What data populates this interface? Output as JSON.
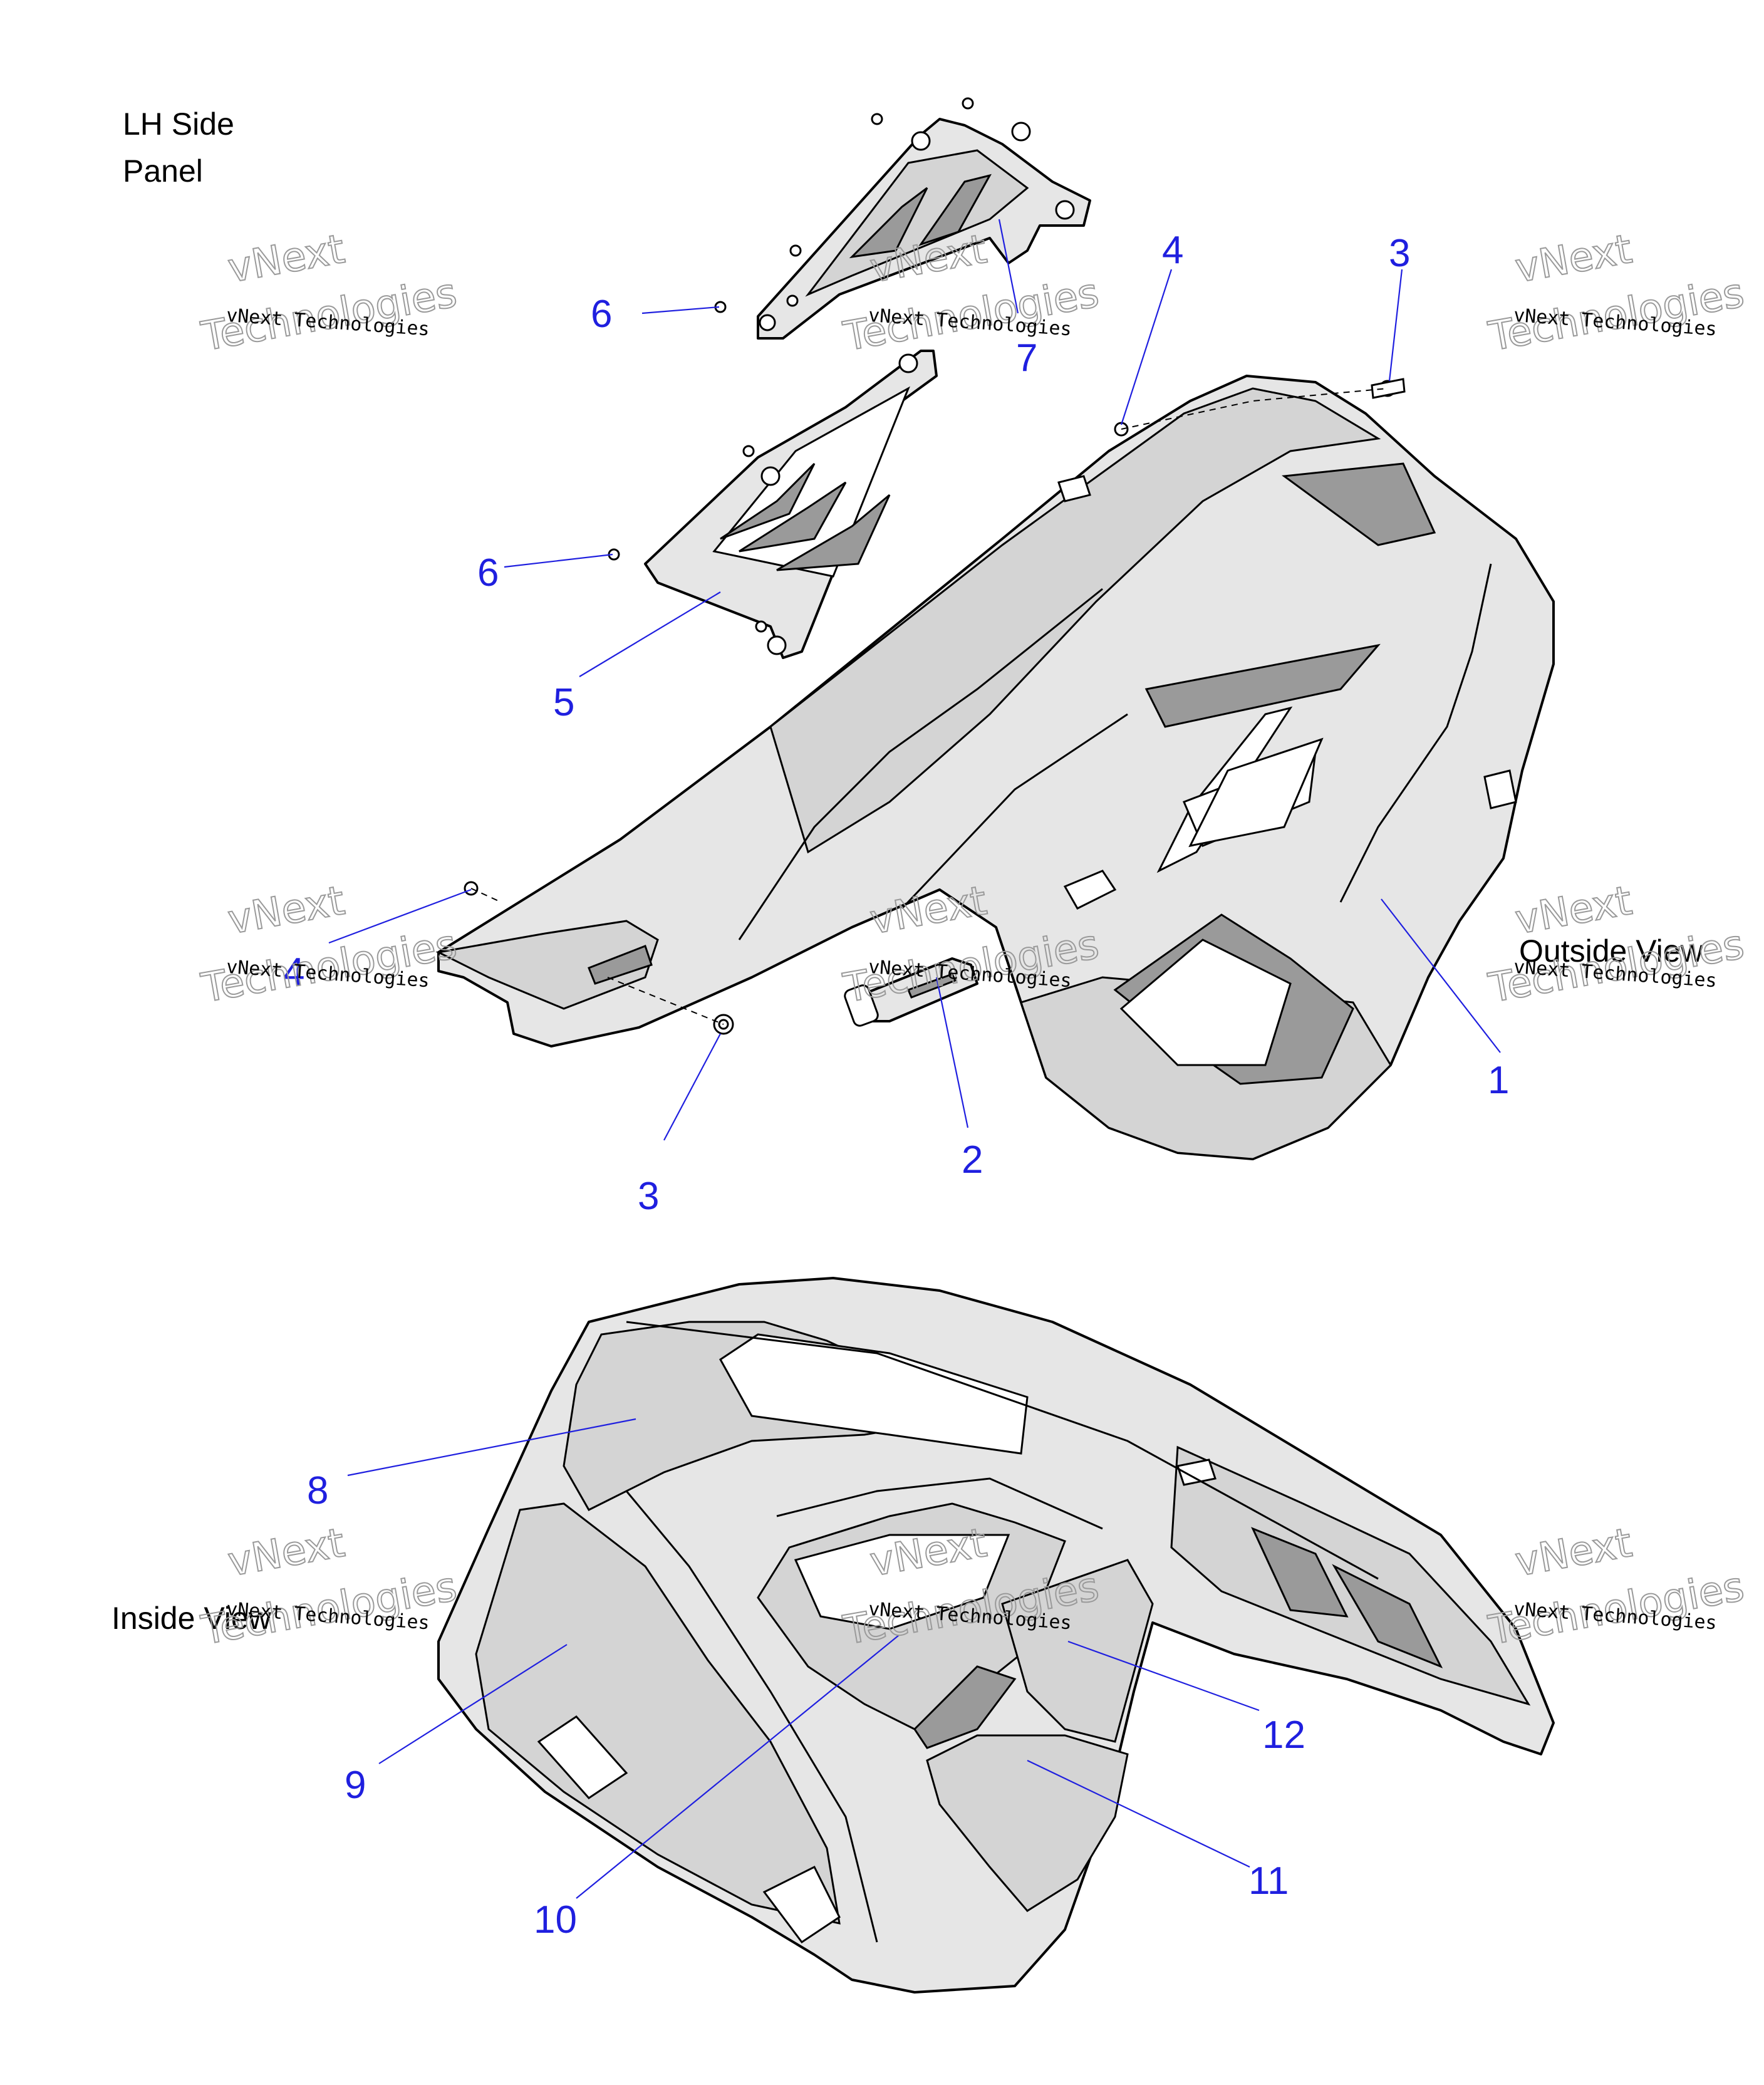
{
  "title_lines": [
    "LH Side",
    "Panel"
  ],
  "views": {
    "outside": "Outside View",
    "inside": "Inside View"
  },
  "callouts": [
    "1",
    "2",
    "3",
    "3",
    "4",
    "4",
    "5",
    "6",
    "6",
    "7",
    "8",
    "9",
    "10",
    "11",
    "12"
  ],
  "watermark": {
    "small": "vNext Technologies",
    "big_line1": "vNext",
    "big_line2": "Technologies"
  }
}
